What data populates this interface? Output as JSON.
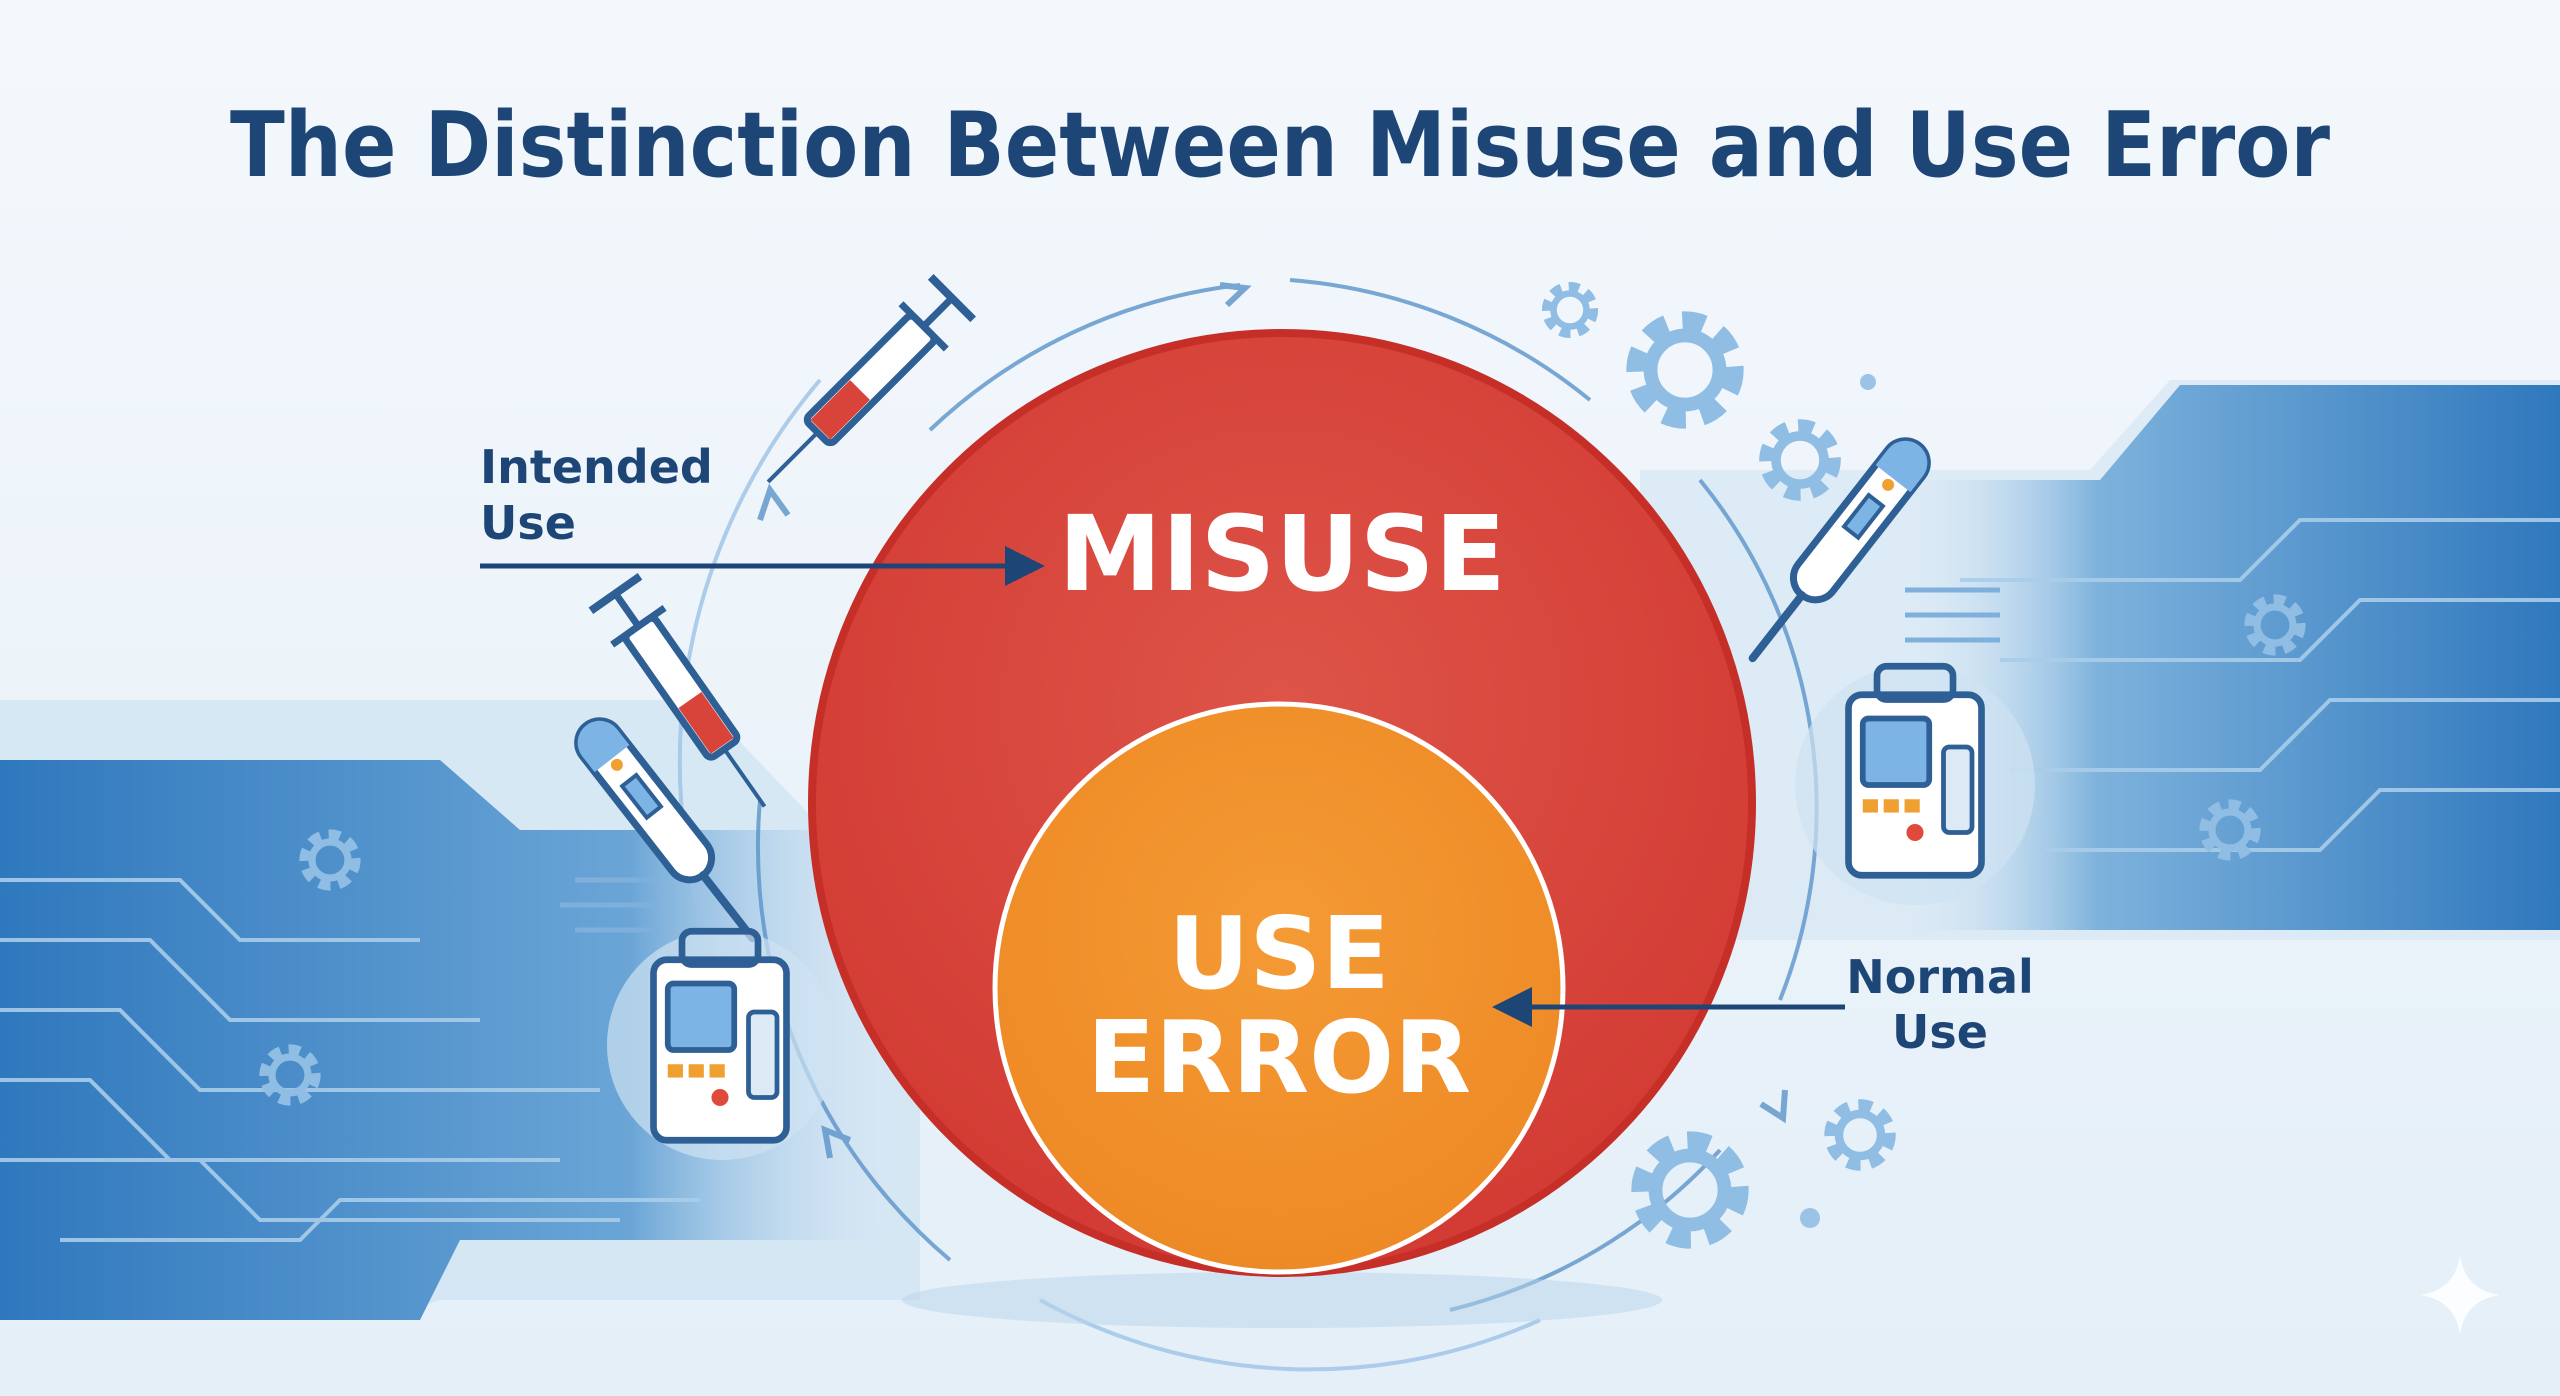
{
  "title": "The Distinction Between Misuse and Use Error",
  "outer_circle": {
    "label": "MISUSE",
    "color": "#d8443a"
  },
  "inner_circle": {
    "label_line1": "USE",
    "label_line2": "ERROR",
    "color": "#f0922b"
  },
  "annotations": {
    "intended_use": {
      "line1": "Intended",
      "line2": "Use"
    },
    "normal_use": {
      "line1": "Normal",
      "line2": "Use"
    }
  },
  "colors": {
    "title": "#1d4677",
    "band": "#3f86c4",
    "icon_line": "#2e5f95"
  }
}
